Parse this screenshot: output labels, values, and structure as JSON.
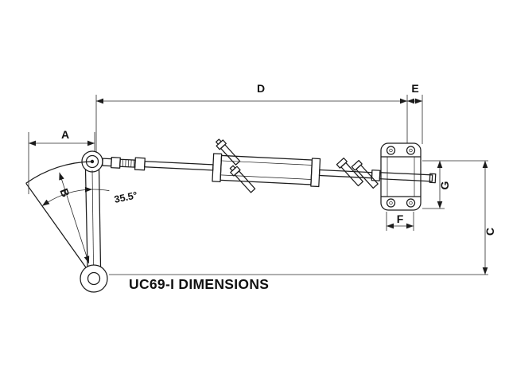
{
  "title": "UC69-I DIMENSIONS",
  "dimension_labels": {
    "a": "A",
    "b": "B",
    "c": "C",
    "d": "D",
    "e": "E",
    "f": "F",
    "g": "G"
  },
  "angle_label": "35.5°",
  "colors": {
    "background": "#ffffff",
    "line_color": "#1c1c1c"
  }
}
